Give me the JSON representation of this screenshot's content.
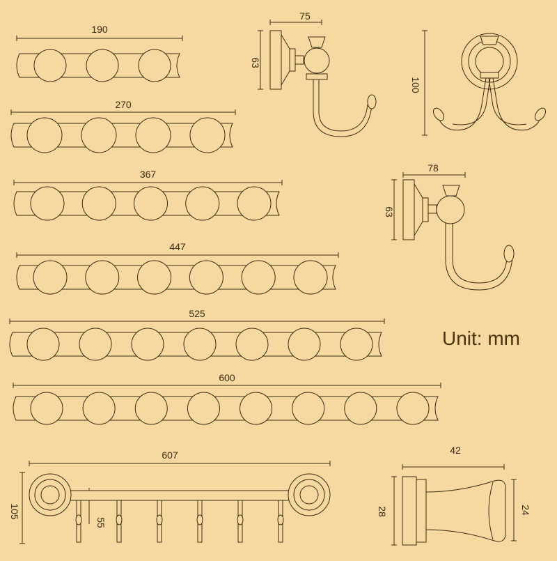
{
  "unit_label": "Unit: mm",
  "racks": [
    {
      "length": "190",
      "knobs": 3
    },
    {
      "length": "270",
      "knobs": 4
    },
    {
      "length": "367",
      "knobs": 5
    },
    {
      "length": "447",
      "knobs": 6
    },
    {
      "length": "525",
      "knobs": 7
    },
    {
      "length": "600",
      "knobs": 8
    }
  ],
  "single_hook": {
    "width": "75",
    "height": "63"
  },
  "double_hook": {
    "height": "100"
  },
  "second_hook": {
    "width": "78",
    "height": "63"
  },
  "hook_bar": {
    "length": "607",
    "height": "105",
    "hook_height": "55"
  },
  "knob_detail": {
    "length": "42",
    "base_height": "28",
    "tip_height": "24"
  },
  "colors": {
    "background": "#f6d9a0",
    "line": "#3a2a10"
  }
}
